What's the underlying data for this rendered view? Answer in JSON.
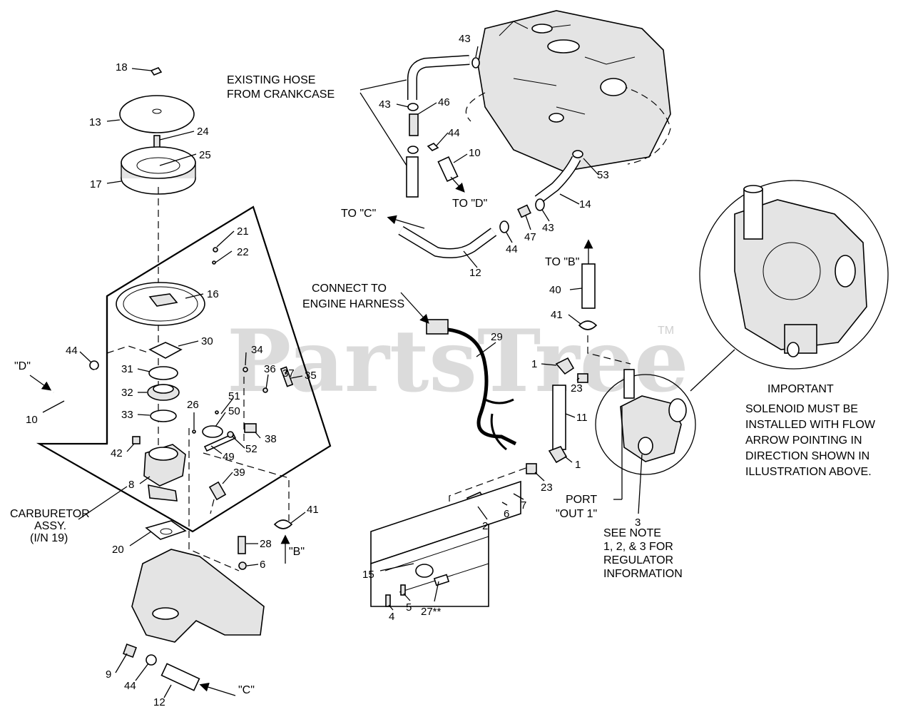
{
  "watermark": {
    "text": "PartsTree",
    "trademark": "TM"
  },
  "callouts": [
    {
      "id": "c18",
      "text": "18"
    },
    {
      "id": "c13",
      "text": "13"
    },
    {
      "id": "c24",
      "text": "24"
    },
    {
      "id": "c25",
      "text": "25"
    },
    {
      "id": "c17",
      "text": "17"
    },
    {
      "id": "c21",
      "text": "21"
    },
    {
      "id": "c22",
      "text": "22"
    },
    {
      "id": "c16",
      "text": "16"
    },
    {
      "id": "c44a",
      "text": "44"
    },
    {
      "id": "c30",
      "text": "30"
    },
    {
      "id": "c31",
      "text": "31"
    },
    {
      "id": "c32",
      "text": "32"
    },
    {
      "id": "c33",
      "text": "33"
    },
    {
      "id": "c10a",
      "text": "10"
    },
    {
      "id": "c34",
      "text": "34"
    },
    {
      "id": "c36",
      "text": "36"
    },
    {
      "id": "c37",
      "text": "37"
    },
    {
      "id": "c35",
      "text": "35"
    },
    {
      "id": "c26",
      "text": "26"
    },
    {
      "id": "c51",
      "text": "51"
    },
    {
      "id": "c50",
      "text": "50"
    },
    {
      "id": "c38",
      "text": "38"
    },
    {
      "id": "c42",
      "text": "42"
    },
    {
      "id": "c52",
      "text": "52"
    },
    {
      "id": "c49",
      "text": "49"
    },
    {
      "id": "c39",
      "text": "39"
    },
    {
      "id": "c8",
      "text": "8"
    },
    {
      "id": "c41a",
      "text": "41"
    },
    {
      "id": "c20",
      "text": "20"
    },
    {
      "id": "c28",
      "text": "28"
    },
    {
      "id": "c6a",
      "text": "6"
    },
    {
      "id": "c9",
      "text": "9"
    },
    {
      "id": "c44b",
      "text": "44"
    },
    {
      "id": "c12a",
      "text": "12"
    },
    {
      "id": "c43a",
      "text": "43"
    },
    {
      "id": "c43b",
      "text": "43"
    },
    {
      "id": "c46",
      "text": "46"
    },
    {
      "id": "c44c",
      "text": "44"
    },
    {
      "id": "c10b",
      "text": "10"
    },
    {
      "id": "c53",
      "text": "53"
    },
    {
      "id": "c14",
      "text": "14"
    },
    {
      "id": "c44d",
      "text": "44"
    },
    {
      "id": "c47",
      "text": "47"
    },
    {
      "id": "c43c",
      "text": "43"
    },
    {
      "id": "c12b",
      "text": "12"
    },
    {
      "id": "c40",
      "text": "40"
    },
    {
      "id": "c41b",
      "text": "41"
    },
    {
      "id": "c29",
      "text": "29"
    },
    {
      "id": "c1a",
      "text": "1"
    },
    {
      "id": "c23a",
      "text": "23"
    },
    {
      "id": "c11",
      "text": "11"
    },
    {
      "id": "c1b",
      "text": "1"
    },
    {
      "id": "c23b",
      "text": "23"
    },
    {
      "id": "c2",
      "text": "2"
    },
    {
      "id": "c6b",
      "text": "6"
    },
    {
      "id": "c7",
      "text": "7"
    },
    {
      "id": "c15",
      "text": "15"
    },
    {
      "id": "c4",
      "text": "4"
    },
    {
      "id": "c5",
      "text": "5"
    },
    {
      "id": "c27",
      "text": "27**"
    },
    {
      "id": "c3",
      "text": "3"
    }
  ],
  "labels": {
    "existing_hose": [
      "EXISTING HOSE",
      "FROM CRANKCASE"
    ],
    "to_d": "TO \"D\"",
    "to_c": "TO \"C\"",
    "to_b": "TO \"B\"",
    "connect": [
      "CONNECT TO",
      "ENGINE HARNESS"
    ],
    "d_marker": "\"D\"",
    "b_marker": "\"B\"",
    "c_marker": "\"C\"",
    "carburetor": [
      "CARBURETOR",
      "ASSY.",
      "(I/N 19)"
    ],
    "port": [
      "PORT",
      "\"OUT 1\""
    ],
    "see_note": [
      "SEE NOTE",
      "1, 2, & 3 FOR",
      "REGULATOR",
      "INFORMATION"
    ],
    "important_title": "IMPORTANT",
    "important_body": [
      "SOLENOID MUST BE",
      "INSTALLED WITH FLOW",
      "ARROW POINTING IN",
      "DIRECTION SHOWN IN",
      "ILLUSTRATION ABOVE."
    ]
  }
}
